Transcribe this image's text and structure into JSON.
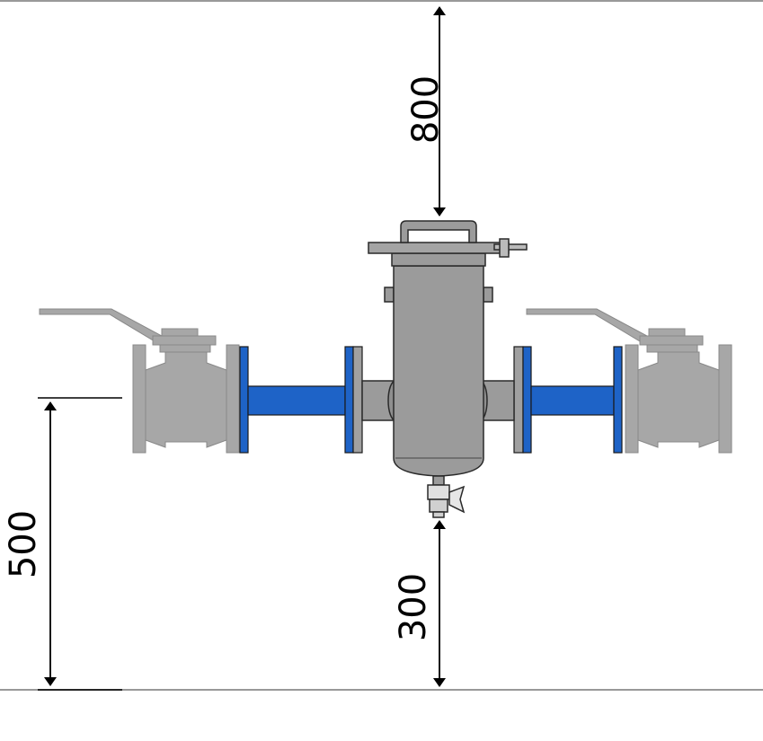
{
  "dimensions": {
    "clearance_top": "800",
    "inlet_height": "500",
    "clearance_bottom": "300"
  },
  "colors": {
    "pipe_blue": "#1e63c7",
    "valve_gray": "#a7a7a7",
    "body_gray": "#9b9b9b",
    "line_gray": "#999999",
    "outline": "#2a2a2a"
  }
}
